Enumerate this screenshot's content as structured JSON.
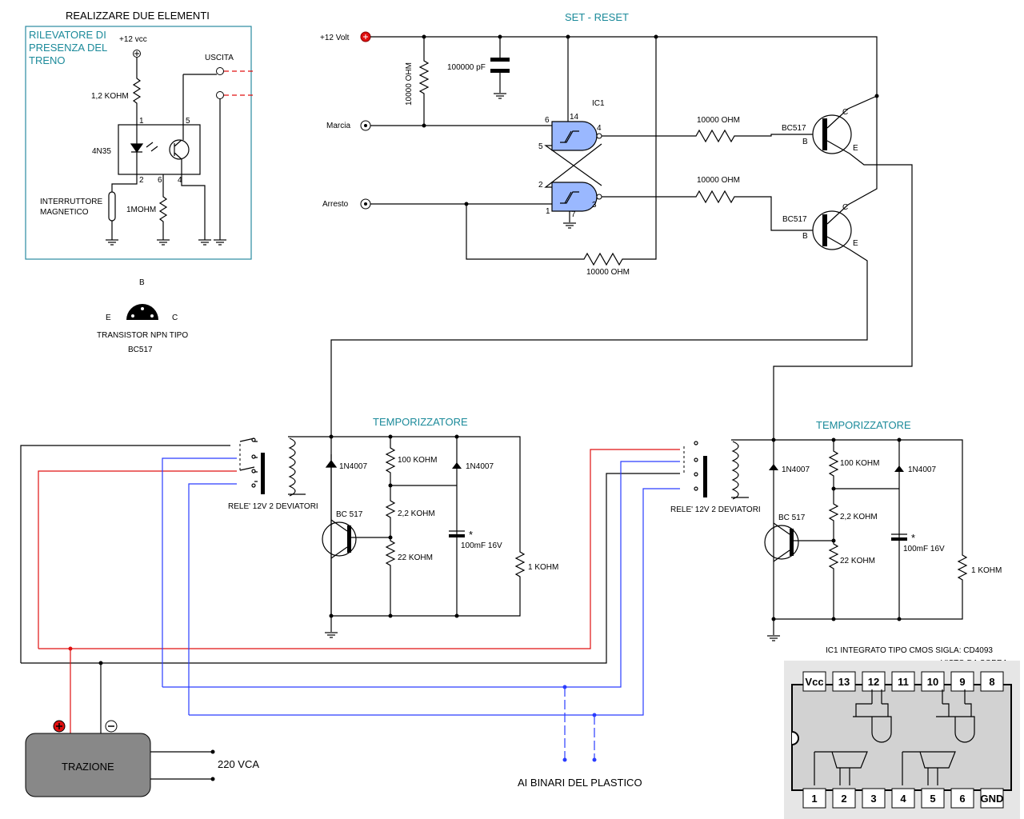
{
  "labels": {
    "title_left": "REALIZZARE DUE ELEMENTI",
    "box_title_1": "RILEVATORE DI",
    "box_title_2": "PRESENZA DEL",
    "box_title_3": "TRENO",
    "vcc12": "+12 vcc",
    "uscita": "USCITA",
    "r12k": "1,2 KOHM",
    "opto": "4N35",
    "interruttore_1": "INTERRUTTORE",
    "interruttore_2": "MAGNETICO",
    "r1m": "1MOHM",
    "pin1": "1",
    "pin2": "2",
    "pin4": "4",
    "pin5": "5",
    "pin6": "6",
    "tr_b": "B",
    "tr_e": "E",
    "tr_c": "C",
    "tr_caption_1": "TRANSISTOR NPN TIPO",
    "tr_caption_2": "BC517",
    "set_reset": "SET - RESET",
    "v12": "+12 Volt",
    "r10k_v": "10000 OHM",
    "cap100n": "100000 pF",
    "marcia": "Marcia",
    "arresto": "Arresto",
    "ic1": "IC1",
    "g_p6": "6",
    "g_p14": "14",
    "g_p4": "4",
    "g_p5": "5",
    "g_p2": "2",
    "g_p1": "1",
    "g_p7": "7",
    "g_p3": "3",
    "r10k_a": "10000 OHM",
    "r10k_b": "10000 OHM",
    "r10k_c": "10000 OHM",
    "bc517": "BC517",
    "q_c": "C",
    "q_b": "B",
    "q_e": "E",
    "temporizzatore": "TEMPORIZZATORE",
    "diode": "1N4007",
    "r100k": "100 KOHM",
    "r22k_small": "2,2 KOHM",
    "r22k": "22 KOHM",
    "r1k": "1 KOHM",
    "bc517_sp": "BC 517",
    "cap100m": "100mF 16V",
    "star": "*",
    "rele": "RELE' 12V 2 DEVIATORI",
    "trazione": "TRAZIONE",
    "vca": "220 VCA",
    "binari": "AI BINARI DEL PLASTICO",
    "ic_caption_1": "IC1    INTEGRATO TIPO CMOS SIGLA: CD4093",
    "ic_caption_2": "VISTO DA SOPRA",
    "top_pins": [
      "Vcc",
      "13",
      "12",
      "11",
      "10",
      "9",
      "8"
    ],
    "bottom_pins": [
      "1",
      "2",
      "3",
      "4",
      "5",
      "6",
      "GND"
    ]
  }
}
